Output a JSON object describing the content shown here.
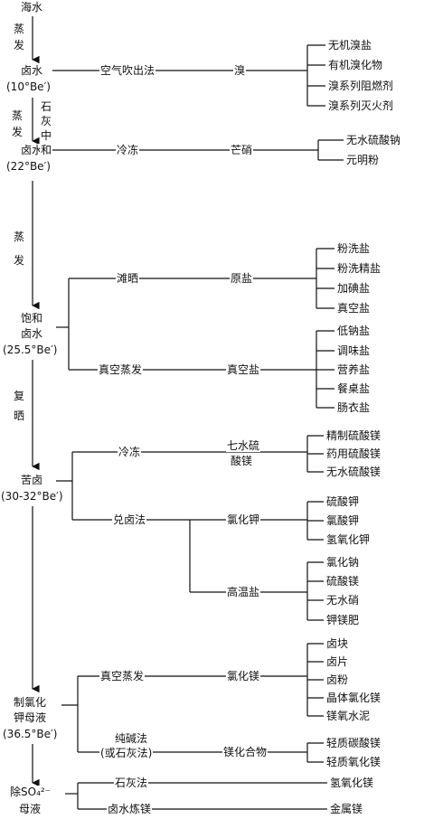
{
  "main_chain": {
    "seawater": "海水",
    "brine10": "卤水",
    "brine10_deg": "(10°Be′)",
    "brine22": "卤水",
    "brine22_deg": "(22°Be′)",
    "saturated_line1": "饱和",
    "saturated_line2": "卤水",
    "saturated_deg": "(25.5°Be′)",
    "bittern": "苦卤",
    "bittern_deg": "(30-32°Be′)",
    "mgcl_line1": "制氯化",
    "mgcl_line2": "钾母液",
    "mgcl_deg": "(36.5°Be′)",
    "desulf_line1": "除SO₄²⁻",
    "desulf_line2": "母液"
  },
  "vertical_steps": {
    "evaporate1": [
      "蒸",
      "发"
    ],
    "evaporate2": [
      "蒸",
      "发"
    ],
    "lime_neutralize": [
      "石",
      "灰",
      "中",
      "和"
    ],
    "evaporate3": [
      "蒸",
      "发"
    ],
    "recrystallize": [
      "复",
      "晒"
    ]
  },
  "processes": {
    "air_blow": "空气吹出法",
    "freeze1": "冷冻",
    "sun_dry": "滩晒",
    "vacuum_evap1": "真空蒸发",
    "freeze2": "冷冻",
    "mixing": "兑卤法",
    "vacuum_evap2": "真空蒸发",
    "soda_line1": "纯碱法",
    "soda_line2": "(或石灰法)",
    "lime": "石灰法",
    "brine_mg": "卤水炼镁"
  },
  "intermediates": {
    "bromine": "溴",
    "mirabilite": "芒硝",
    "raw_salt": "原盐",
    "vacuum_salt": "真空盐",
    "epsom_line1": "七水硫",
    "epsom_line2": "酸镁",
    "kcl": "氯化钾",
    "high_temp_salt": "高温盐",
    "mgcl2": "氯化镁",
    "mg_compounds": "镁化合物"
  },
  "products": {
    "bromine": [
      "无机溴盐",
      "有机溴化物",
      "溴系列阻燃剂",
      "溴系列灭火剂"
    ],
    "mirabilite": [
      "无水硫酸钠",
      "元明粉"
    ],
    "raw_salt": [
      "粉洗盐",
      "粉洗精盐",
      "加碘盐",
      "真空盐"
    ],
    "vacuum_salt": [
      "低钠盐",
      "调味盐",
      "营养盐",
      "餐桌盐",
      "肠衣盐"
    ],
    "epsom": [
      "精制硫酸镁",
      "药用硫酸镁",
      "无水硫酸镁"
    ],
    "kcl": [
      "硫酸钾",
      "氯酸钾",
      "氢氧化钾"
    ],
    "high_temp_salt": [
      "氯化钠",
      "硫酸镁",
      "无水硝",
      "钾镁肥"
    ],
    "mgcl2": [
      "卤块",
      "卤片",
      "卤粉",
      "晶体氯化镁",
      "镁氧水泥"
    ],
    "mg_compounds": [
      "轻质碳酸镁",
      "轻质氧化镁"
    ],
    "lime": "氢氧化镁",
    "brine_mg": "金属镁"
  }
}
